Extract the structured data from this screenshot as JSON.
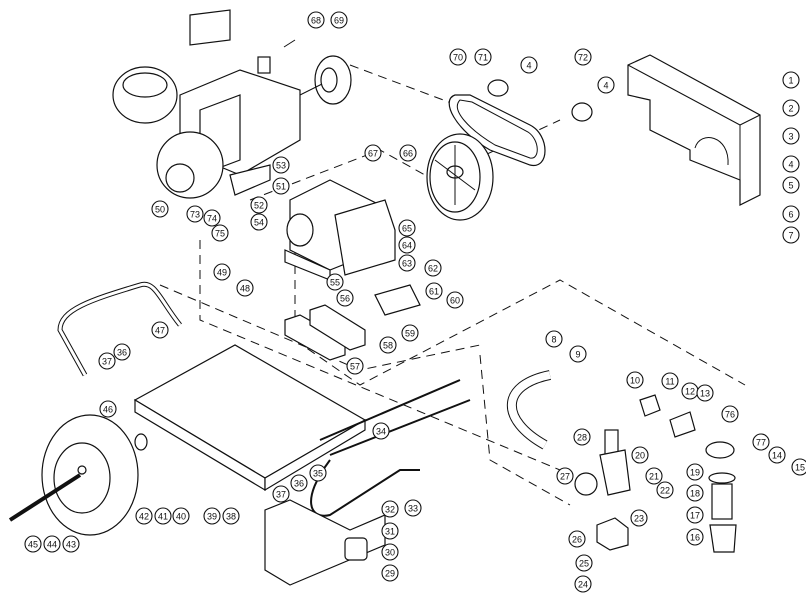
{
  "diagram": {
    "type": "exploded parts diagram",
    "line_color": "#111111",
    "background": "#ffffff",
    "callouts": [
      "68",
      "69",
      "67",
      "53",
      "51",
      "52",
      "54",
      "50",
      "73",
      "74",
      "75",
      "49",
      "48",
      "65",
      "64",
      "63",
      "62",
      "61",
      "60",
      "59",
      "58",
      "57",
      "56",
      "55",
      "70",
      "71",
      "4",
      "72",
      "4",
      "1",
      "2",
      "3",
      "4",
      "5",
      "6",
      "7",
      "66",
      "47",
      "37",
      "36",
      "46",
      "34",
      "35",
      "36",
      "37",
      "32",
      "31",
      "30",
      "29",
      "42",
      "41",
      "40",
      "39",
      "38",
      "45",
      "44",
      "43",
      "33",
      "8",
      "9",
      "10",
      "11",
      "12",
      "13",
      "76",
      "77",
      "14",
      "15",
      "28",
      "20",
      "27",
      "21",
      "22",
      "23",
      "26",
      "25",
      "24",
      "19",
      "18",
      "17",
      "16"
    ]
  }
}
